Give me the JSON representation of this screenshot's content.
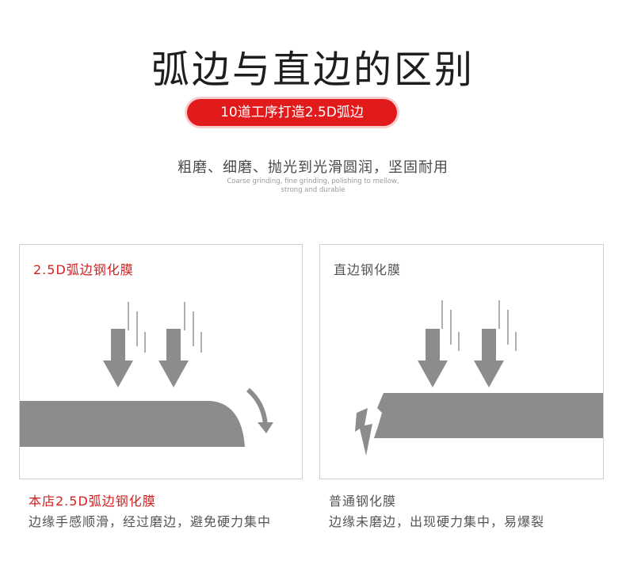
{
  "header": {
    "title": "弧边与直边的区别",
    "badge": "10道工序打造2.5D弧边",
    "subtitle_cn": "粗磨、细磨、抛光到光滑圆润，坚固耐用",
    "subtitle_en_line1": "Coarse grinding, fine grinding, polishing to mellow,",
    "subtitle_en_line2": "strong and durable"
  },
  "panels": [
    {
      "label": "2.5D弧边钢化膜",
      "caption_title": "本店2.5D弧边钢化膜",
      "caption_desc": "边缘手感顺滑，经过磨边，避免硬力集中"
    },
    {
      "label": "直边钢化膜",
      "caption_title": "普通钢化膜",
      "caption_desc": "边缘未磨边，出现硬力集中，易爆裂"
    }
  ],
  "colors": {
    "accent": "#e11b1c",
    "shape_gray": "#8c8c8c",
    "text_dark": "#1e1e1e"
  },
  "icons": [
    "down-arrow-icon",
    "curved-arrow-icon",
    "crack-icon"
  ]
}
